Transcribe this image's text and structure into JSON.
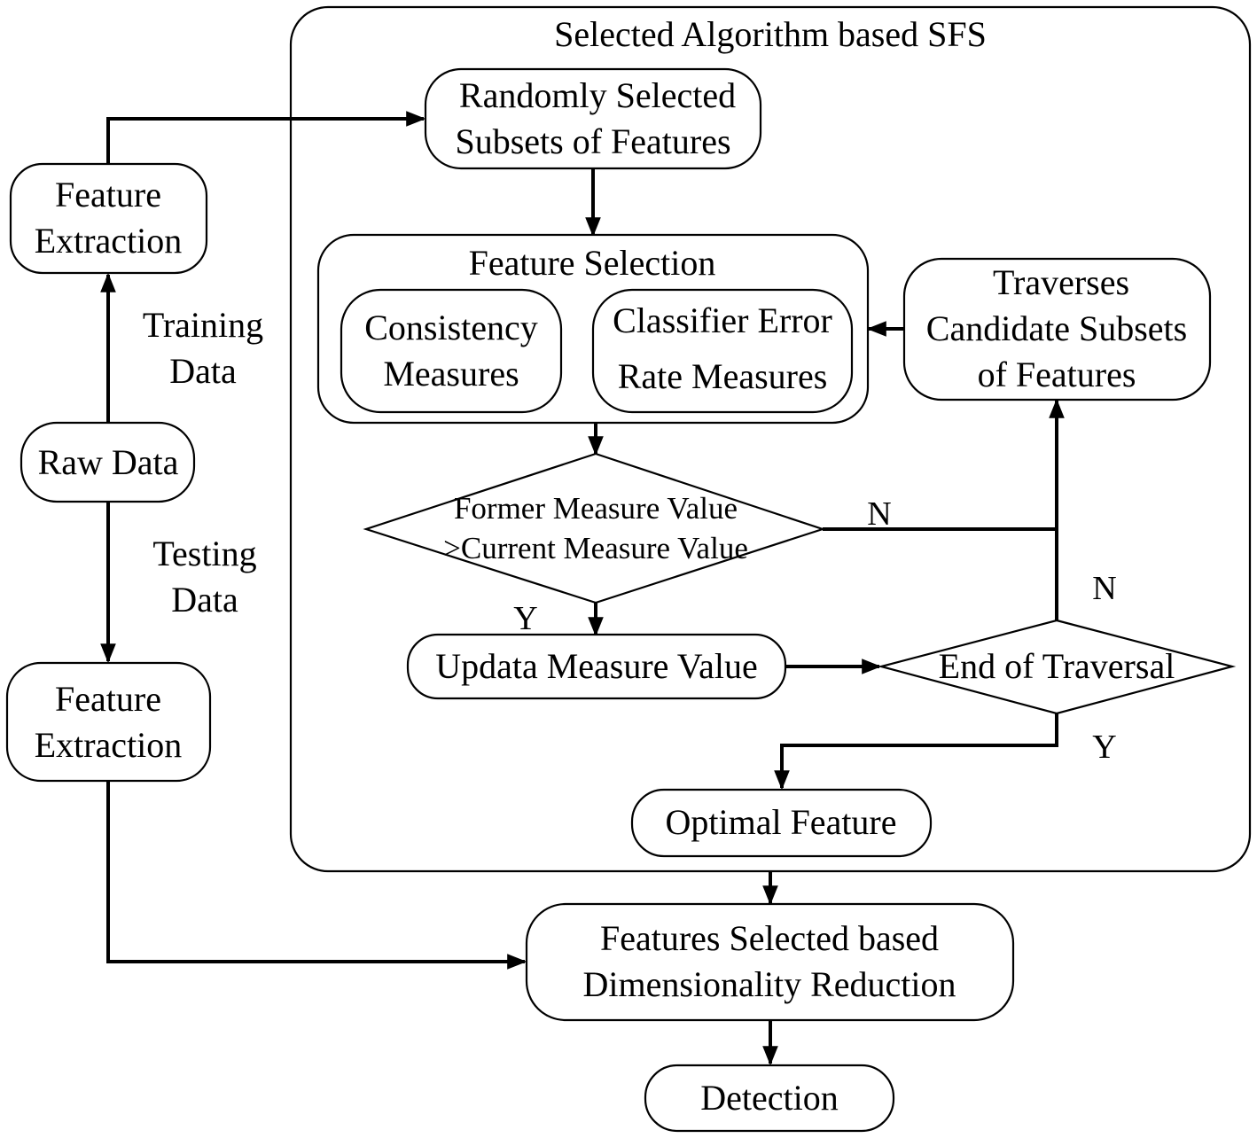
{
  "container": {
    "title": "Selected Algorithm based SFS"
  },
  "nodes": {
    "feature_extraction_top": [
      "Feature",
      "Extraction"
    ],
    "raw_data": [
      "Raw Data"
    ],
    "feature_extraction_bottom": [
      "Feature",
      "Extraction"
    ],
    "random_subsets": [
      "Randomly Selected",
      "Subsets of Features"
    ],
    "feature_selection": {
      "title": "Feature Selection",
      "consistency": [
        "Consistency",
        "Measures"
      ],
      "classifier": [
        "Classifier Error",
        "Rate Measures"
      ]
    },
    "traverses": [
      "Traverses",
      "Candidate Subsets",
      "of Features"
    ],
    "decision_measure": [
      "Former Measure Value",
      ">Current Measure Value"
    ],
    "update_measure": [
      "Updata Measure Value"
    ],
    "end_traversal": [
      "End of Traversal"
    ],
    "optimal_feature": [
      "Optimal Feature"
    ],
    "dim_reduction": [
      "Features Selected based",
      "Dimensionality Reduction"
    ],
    "detection": [
      "Detection"
    ]
  },
  "edge_labels": {
    "training": [
      "Training",
      "Data"
    ],
    "testing": [
      "Testing",
      "Data"
    ],
    "measure_no": "N",
    "measure_yes": "Y",
    "traversal_no": "N",
    "traversal_yes": "Y"
  }
}
